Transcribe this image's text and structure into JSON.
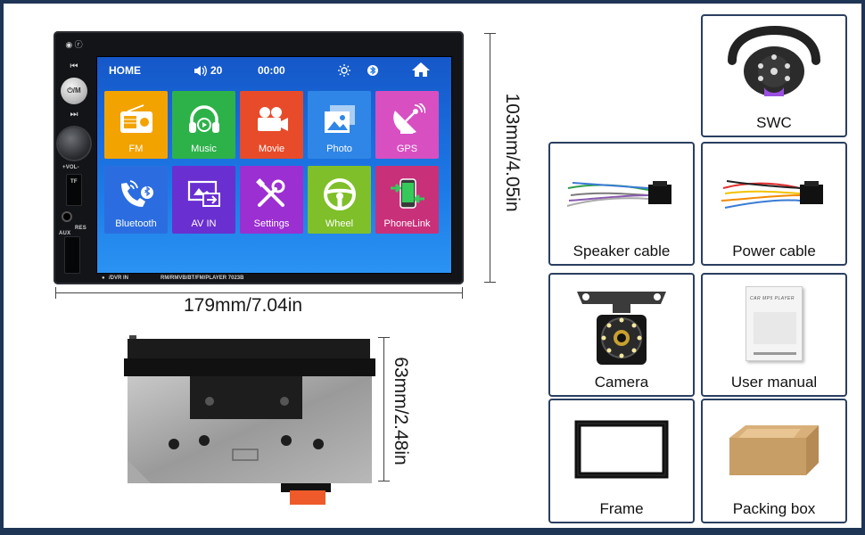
{
  "unit": {
    "screen": {
      "home_label": "HOME",
      "volume": "20",
      "time": "00:00"
    },
    "apps": [
      {
        "label": "FM",
        "color": "#f2a300",
        "icon": "radio-icon"
      },
      {
        "label": "Music",
        "color": "#2db24a",
        "icon": "headphones-icon"
      },
      {
        "label": "Movie",
        "color": "#e74b2a",
        "icon": "camera-icon"
      },
      {
        "label": "Photo",
        "color": "#2f86e6",
        "icon": "photo-icon"
      },
      {
        "label": "GPS",
        "color": "#d84fc2",
        "icon": "satellite-icon"
      },
      {
        "label": "Bluetooth",
        "color": "#2b6de0",
        "icon": "bluetooth-phone-icon"
      },
      {
        "label": "AV IN",
        "color": "#6a2fd0",
        "icon": "av-input-icon"
      },
      {
        "label": "Settings",
        "color": "#9b2fd2",
        "icon": "tools-icon"
      },
      {
        "label": "Wheel",
        "color": "#7fbf2a",
        "icon": "steering-wheel-icon"
      },
      {
        "label": "PhoneLink",
        "color": "#c9307a",
        "icon": "phonelink-icon"
      }
    ],
    "hardware_labels": {
      "vol": "+VOL-",
      "tf": "TF",
      "aux": "AUX",
      "res": "RES",
      "dvr_in": "/DVR IN",
      "model_strip": "RM/RMVB/BT/FM/PLAYER  7023B",
      "power_mode": "⏻/M"
    }
  },
  "dimensions": {
    "height": "103mm/4.05in",
    "width": "179mm/7.04in",
    "depth": "63mm/2.48in"
  },
  "accessories": [
    {
      "caption": "SWC",
      "icon": "steering-wheel-remote-icon"
    },
    {
      "caption": "Speaker cable",
      "icon": "speaker-cable-icon"
    },
    {
      "caption": "Power cable",
      "icon": "power-cable-icon"
    },
    {
      "caption": "Camera",
      "icon": "camera-icon"
    },
    {
      "caption": "User manual",
      "icon": "manual-icon"
    },
    {
      "caption": "Frame",
      "icon": "frame-icon"
    },
    {
      "caption": "Packing box",
      "icon": "box-icon"
    }
  ],
  "manual_cover_text": "CAR MP5 PLAYER",
  "colors": {
    "border": "#1f3556",
    "card_border": "#2a3f60",
    "screen_blue": "#1c79e6"
  }
}
